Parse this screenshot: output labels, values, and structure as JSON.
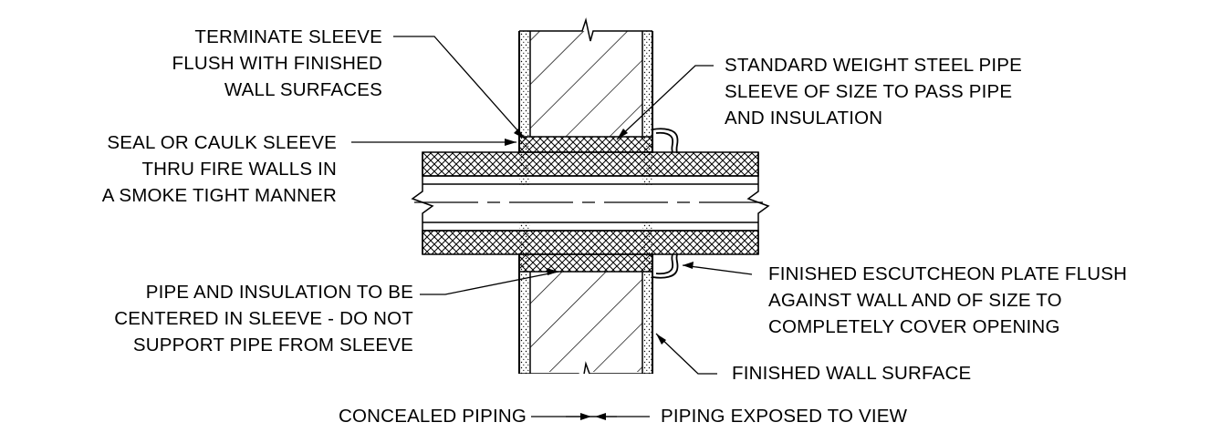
{
  "colors": {
    "ink": "#000000",
    "background": "#ffffff"
  },
  "labels": {
    "terminate_sleeve": [
      "TERMINATE SLEEVE",
      "FLUSH WITH FINISHED",
      "WALL SURFACES"
    ],
    "seal_or_caulk": [
      "SEAL OR CAULK SLEEVE",
      "THRU FIRE WALLS IN",
      "A SMOKE TIGHT MANNER"
    ],
    "pipe_insulation_centered": [
      "PIPE AND INSULATION TO BE",
      "CENTERED IN SLEEVE - DO NOT",
      "SUPPORT PIPE FROM SLEEVE"
    ],
    "steel_pipe_sleeve": [
      "STANDARD WEIGHT STEEL PIPE",
      "SLEEVE OF SIZE TO PASS PIPE",
      "AND INSULATION"
    ],
    "escutcheon_plate": [
      "FINISHED ESCUTCHEON PLATE FLUSH",
      "AGAINST WALL AND OF SIZE TO",
      "COMPLETELY COVER OPENING"
    ],
    "finished_wall_surface": "FINISHED WALL SURFACE",
    "concealed_piping": "CONCEALED PIPING",
    "piping_exposed": "PIPING EXPOSED TO VIEW"
  }
}
